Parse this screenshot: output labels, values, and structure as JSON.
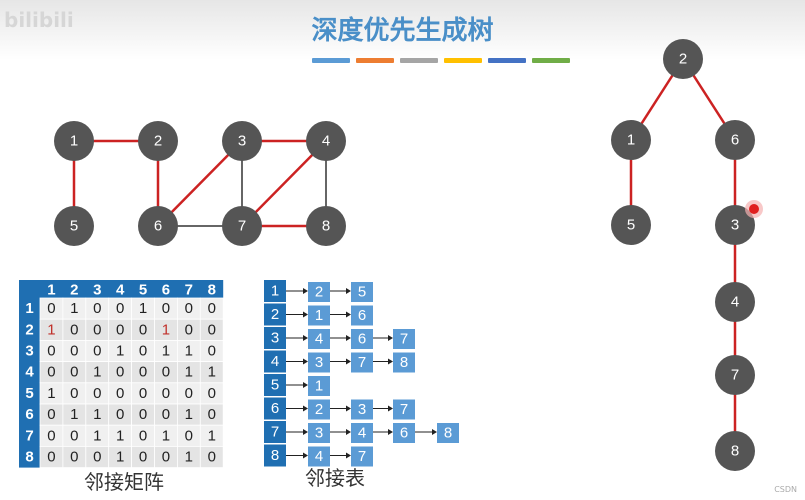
{
  "title": "深度优先生成树",
  "watermark": "bilibili",
  "footer_watermark": "CSDN",
  "color_bars": [
    "#5b9bd5",
    "#ed7d31",
    "#a5a5a5",
    "#ffc000",
    "#4472c4",
    "#70ad47"
  ],
  "colors": {
    "node": "#555555",
    "tree_edge": "#cc2222",
    "other_edge": "#333333",
    "header": "#1f6fb2",
    "list_node": "#5b9bd5",
    "pointer_dot": "#e02020"
  },
  "graph": {
    "nodes": [
      "1",
      "2",
      "3",
      "4",
      "5",
      "6",
      "7",
      "8"
    ],
    "edges": [
      {
        "from": "1",
        "to": "2",
        "tree": true
      },
      {
        "from": "1",
        "to": "5",
        "tree": true
      },
      {
        "from": "2",
        "to": "6",
        "tree": true
      },
      {
        "from": "3",
        "to": "6",
        "tree": true
      },
      {
        "from": "3",
        "to": "4",
        "tree": true
      },
      {
        "from": "3",
        "to": "7",
        "tree": false
      },
      {
        "from": "6",
        "to": "7",
        "tree": false
      },
      {
        "from": "4",
        "to": "7",
        "tree": true
      },
      {
        "from": "4",
        "to": "8",
        "tree": false
      },
      {
        "from": "7",
        "to": "8",
        "tree": true
      }
    ]
  },
  "tree": {
    "nodes": [
      "2",
      "1",
      "6",
      "5",
      "3",
      "4",
      "7",
      "8"
    ],
    "edges": [
      [
        "2",
        "1"
      ],
      [
        "2",
        "6"
      ],
      [
        "1",
        "5"
      ],
      [
        "6",
        "3"
      ],
      [
        "3",
        "4"
      ],
      [
        "4",
        "7"
      ],
      [
        "7",
        "8"
      ]
    ],
    "current": "3"
  },
  "matrix": {
    "caption": "邻接矩阵",
    "headers": [
      "1",
      "2",
      "3",
      "4",
      "5",
      "6",
      "7",
      "8"
    ],
    "rows": [
      [
        0,
        1,
        0,
        0,
        1,
        0,
        0,
        0
      ],
      [
        1,
        0,
        0,
        0,
        0,
        1,
        0,
        0
      ],
      [
        0,
        0,
        0,
        1,
        0,
        1,
        1,
        0
      ],
      [
        0,
        0,
        1,
        0,
        0,
        0,
        1,
        1
      ],
      [
        1,
        0,
        0,
        0,
        0,
        0,
        0,
        0
      ],
      [
        0,
        1,
        1,
        0,
        0,
        0,
        1,
        0
      ],
      [
        0,
        0,
        1,
        1,
        0,
        1,
        0,
        1
      ],
      [
        0,
        0,
        0,
        1,
        0,
        0,
        1,
        0
      ]
    ],
    "highlight": [
      [
        1,
        0
      ],
      [
        1,
        5
      ]
    ]
  },
  "adj_list": {
    "caption": "邻接表",
    "heads": [
      "1",
      "2",
      "3",
      "4",
      "5",
      "6",
      "7",
      "8"
    ],
    "lists": [
      [
        "2",
        "5"
      ],
      [
        "1",
        "6"
      ],
      [
        "4",
        "6",
        "7"
      ],
      [
        "3",
        "7",
        "8"
      ],
      [
        "1"
      ],
      [
        "2",
        "3",
        "7"
      ],
      [
        "3",
        "4",
        "6",
        "8"
      ],
      [
        "4",
        "7"
      ]
    ]
  }
}
